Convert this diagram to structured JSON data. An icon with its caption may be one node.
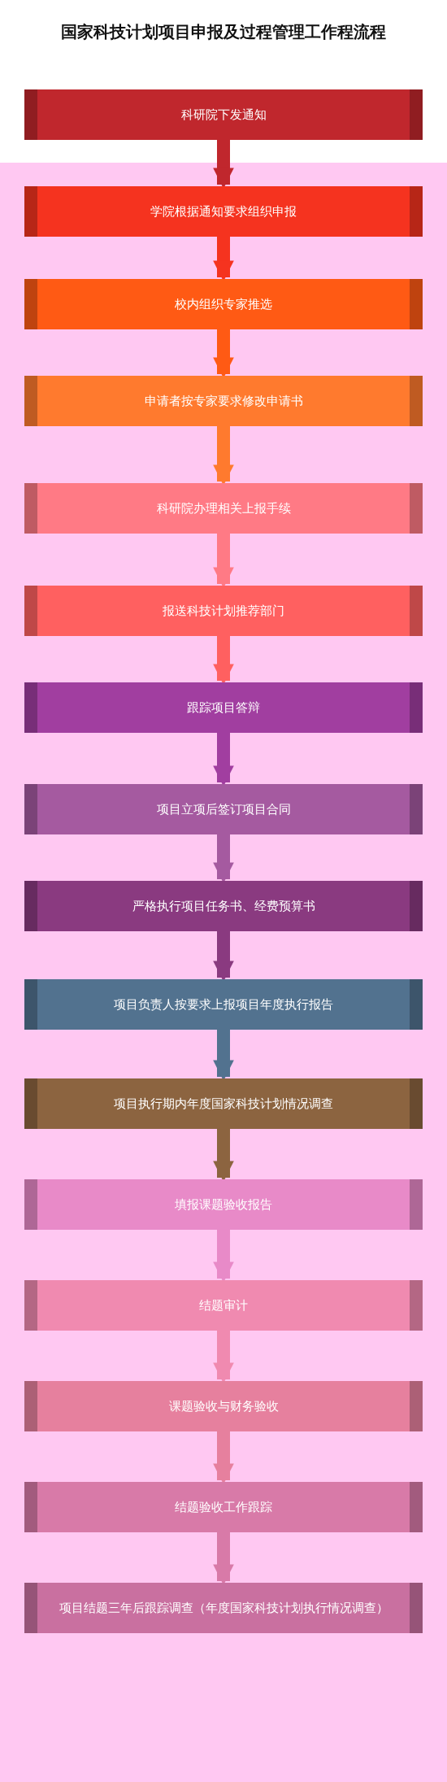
{
  "diagram": {
    "title": "国家科技计划项目申报及过程管理工作程流程",
    "nodes": [
      {
        "text": [
          "科研院下发通知"
        ]
      },
      {
        "text": [
          "学院根据通知要求组织申报"
        ]
      },
      {
        "text": [
          "校内组织专家推选"
        ]
      },
      {
        "text": [
          "申请者按专家要求修改申请书"
        ]
      },
      {
        "text": [
          "科研院办理相关上报手续"
        ]
      },
      {
        "text": [
          "报送科技计划推荐部门"
        ]
      },
      {
        "text": [
          "跟踪项目答辩"
        ]
      },
      {
        "text": [
          "项目立项后签订项目合同"
        ]
      },
      {
        "text": [
          "严格执行项目任务书、经费预算书"
        ]
      },
      {
        "text": [
          "项目负责人按要求上报项目年度执行报告"
        ]
      },
      {
        "text": [
          "项目执行期内年度国家科技计划情况调查"
        ]
      },
      {
        "text": [
          "填报课题验收报告"
        ]
      },
      {
        "text": [
          "结题审计"
        ]
      },
      {
        "text": [
          "课题验收与财务验收"
        ]
      },
      {
        "text": [
          "结题验收工作跟踪"
        ]
      },
      {
        "text": [
          "项目结题三年后跟踪调查（年度国家科技计划执行情况调查）"
        ]
      }
    ],
    "edges": [
      {
        "from": 0,
        "to": 1,
        "arrow": "to",
        "color": "#c0272d"
      },
      {
        "from": 1,
        "to": 2,
        "arrow": "to",
        "color": "#f5331f"
      },
      {
        "from": 2,
        "to": 3,
        "arrow": "to",
        "color": "#ff5a14"
      },
      {
        "from": 3,
        "to": 4,
        "arrow": "to",
        "color": "#ff7a2e"
      },
      {
        "from": 4,
        "to": 5,
        "arrow": "to",
        "color": "#ff7a85"
      },
      {
        "from": 5,
        "to": 6,
        "arrow": "to",
        "color": "#ff6060"
      },
      {
        "from": 6,
        "to": 7,
        "arrow": "to",
        "color": "#a13ea0"
      },
      {
        "from": 7,
        "to": 8,
        "arrow": "to",
        "color": "#a55aa0"
      },
      {
        "from": 8,
        "to": 9,
        "arrow": "to",
        "color": "#8a3a80"
      },
      {
        "from": 9,
        "to": 10,
        "arrow": "to",
        "color": "#52728f"
      },
      {
        "from": 10,
        "to": 11,
        "arrow": "to",
        "color": "#8c6440"
      },
      {
        "from": 11,
        "to": 12,
        "arrow": "to",
        "color": "#e88ac8"
      },
      {
        "from": 12,
        "to": 13,
        "arrow": "to",
        "color": "#f08ab0"
      },
      {
        "from": 13,
        "to": 14,
        "arrow": "to",
        "color": "#e6809e"
      },
      {
        "from": 14,
        "to": 15,
        "arrow": "to",
        "color": "#d87aa8"
      }
    ]
  }
}
